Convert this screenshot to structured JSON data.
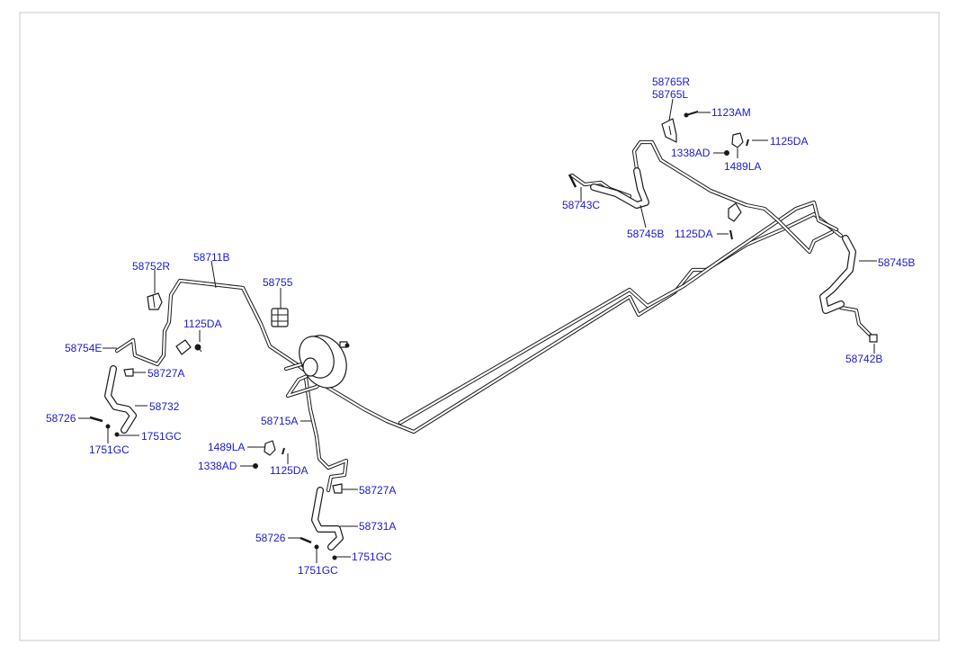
{
  "labels": {
    "l_58765R": "58765R",
    "l_58765L": "58765L",
    "l_1123AM": "1123AM",
    "l_1338AD_a": "1338AD",
    "l_1125DA_a": "1125DA",
    "l_1489LA_a": "1489LA",
    "l_58743C": "58743C",
    "l_58745B_a": "58745B",
    "l_1125DA_b": "1125DA",
    "l_58745B_b": "58745B",
    "l_58742B": "58742B",
    "l_58752R": "58752R",
    "l_58711B": "58711B",
    "l_58755": "58755",
    "l_1125DA_c": "1125DA",
    "l_58754E": "58754E",
    "l_58727A_a": "58727A",
    "l_58732": "58732",
    "l_58726_a": "58726",
    "l_1751GC_a": "1751GC",
    "l_1751GC_b": "1751GC",
    "l_58715A": "58715A",
    "l_1489LA_b": "1489LA",
    "l_1338AD_b": "1338AD",
    "l_1125DA_d": "1125DA",
    "l_58727A_b": "58727A",
    "l_58731A": "58731A",
    "l_58726_b": "58726",
    "l_1751GC_c": "1751GC",
    "l_1751GC_d": "1751GC"
  },
  "colors": {
    "label_text": "#1a1acc",
    "line_art": "#1a1a1a",
    "frame": "#c8c8c8",
    "background": "#ffffff"
  }
}
